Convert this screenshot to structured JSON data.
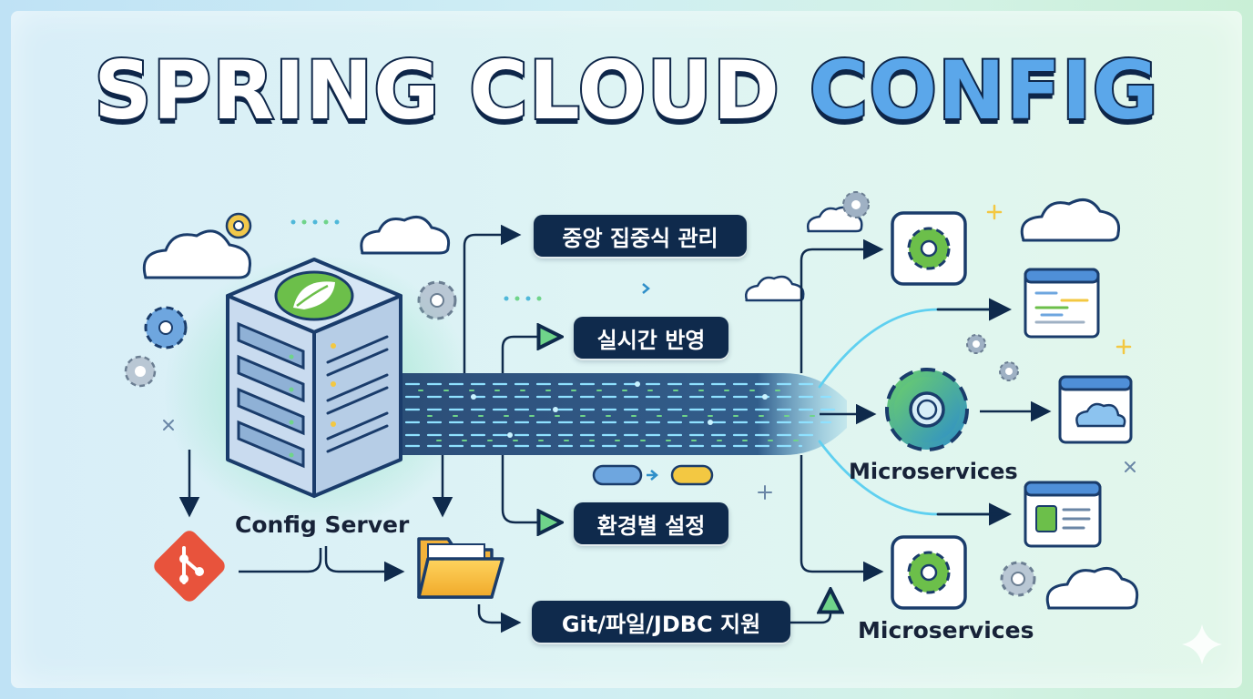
{
  "title": {
    "part1": "SPRING CLOUD",
    "part2": "CONFIG"
  },
  "server": {
    "label": "Config Server",
    "icon": "spring-leaf-icon"
  },
  "features": [
    {
      "label": "중앙 집중식 관리"
    },
    {
      "label": "실시간 반영"
    },
    {
      "label": "환경별 설정"
    },
    {
      "label": "Git/파일/JDBC 지원"
    }
  ],
  "services": {
    "label_top": "Microservices",
    "label_bottom": "Microservices"
  },
  "colors": {
    "navy": "#0f2a4c",
    "accent_blue": "#5ba7ea",
    "green": "#5bb85d",
    "git_red": "#e8533c",
    "folder_yellow": "#f6c342"
  },
  "icons": [
    "git-icon",
    "folder-icon",
    "gear-icon",
    "cloud-icon",
    "browser-window-icon",
    "sparkle-icon"
  ]
}
